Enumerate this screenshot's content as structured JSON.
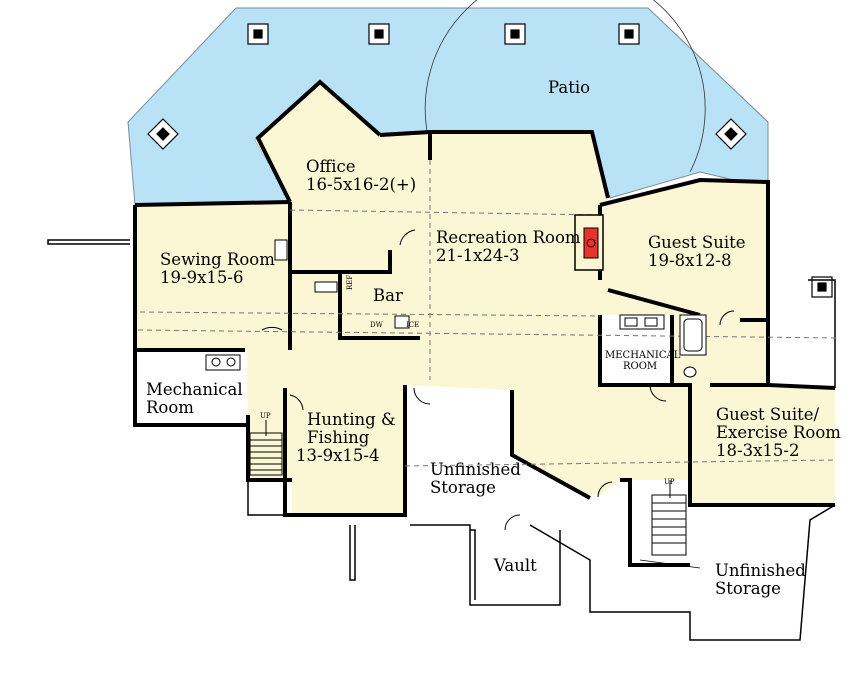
{
  "colors": {
    "patio": "#b9e2f7",
    "room": "#fbf6d3",
    "unfinished": "#ffffff",
    "wall": "#000000",
    "fireplace": "#e8322b"
  },
  "rooms": {
    "patio": {
      "name": "Patio"
    },
    "office": {
      "name": "Office",
      "dims": "16-5x16-2(+)"
    },
    "recreation": {
      "name": "Recreation Room",
      "dims": "21-1x24-3"
    },
    "guest_suite": {
      "name": "Guest Suite",
      "dims": "19-8x12-8"
    },
    "sewing": {
      "name": "Sewing Room",
      "dims": "19-9x15-6"
    },
    "bar": {
      "name": "Bar",
      "ref": "REF",
      "dw": "DW",
      "ice": "ICE"
    },
    "mechanical_left": {
      "line1": "Mechanical",
      "line2": "Room"
    },
    "mechanical_right": {
      "line1": "MECHANICAL",
      "line2": "ROOM"
    },
    "hunting": {
      "line1": "Hunting &",
      "line2": "Fishing",
      "dims": "13-9x15-4"
    },
    "unfinished_storage_center": {
      "line1": "Unfinished",
      "line2": "Storage"
    },
    "vault": {
      "name": "Vault"
    },
    "guest_exercise": {
      "line1": "Guest Suite/",
      "line2": "Exercise Room",
      "dims": "18-3x15-2"
    },
    "unfinished_storage_right": {
      "line1": "Unfinished",
      "line2": "Storage"
    }
  },
  "stairs": {
    "left_up": "UP",
    "right_up": "UP"
  }
}
